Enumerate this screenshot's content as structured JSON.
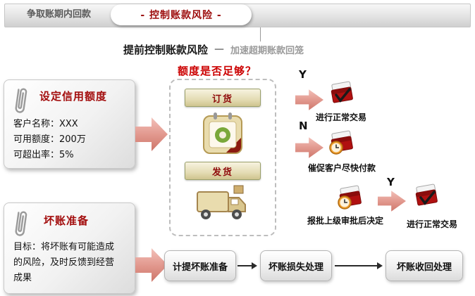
{
  "header": {
    "left_label": "争取账期内回款",
    "active_label": "- 控制账款风险 -"
  },
  "subtitle": {
    "main": "提前控制账款风险",
    "dash": "—",
    "secondary": "加速超期账款回笼"
  },
  "question": "额度是否足够？",
  "credit_card": {
    "title": "设定信用额度",
    "lines": [
      "客户名称：XXX",
      "可用额度：200万",
      "可超出率：5%"
    ]
  },
  "baddebt_card": {
    "title": "坏账准备",
    "body": "目标：将坏账有可能造成的风险，及时反馈到经营成果"
  },
  "process": {
    "order_label": "订货",
    "ship_label": "发货"
  },
  "decision": {
    "yes_label": "Y",
    "no_label": "N",
    "yes_result": "进行正常交易",
    "no_result": "催促客户尽快付款",
    "approval_label": "报批上级审批后决定",
    "approval_yes_label": "Y",
    "approval_result": "进行正常交易"
  },
  "bottom_flow": {
    "steps": [
      "计提坏账准备",
      "坏账损失处理",
      "坏账收回处理"
    ]
  },
  "colors": {
    "accent_red": "#9c0b0b",
    "question_red": "#cc0000",
    "arrow_pink": "#e2998f",
    "button_red_text": "#8f0b0b"
  }
}
